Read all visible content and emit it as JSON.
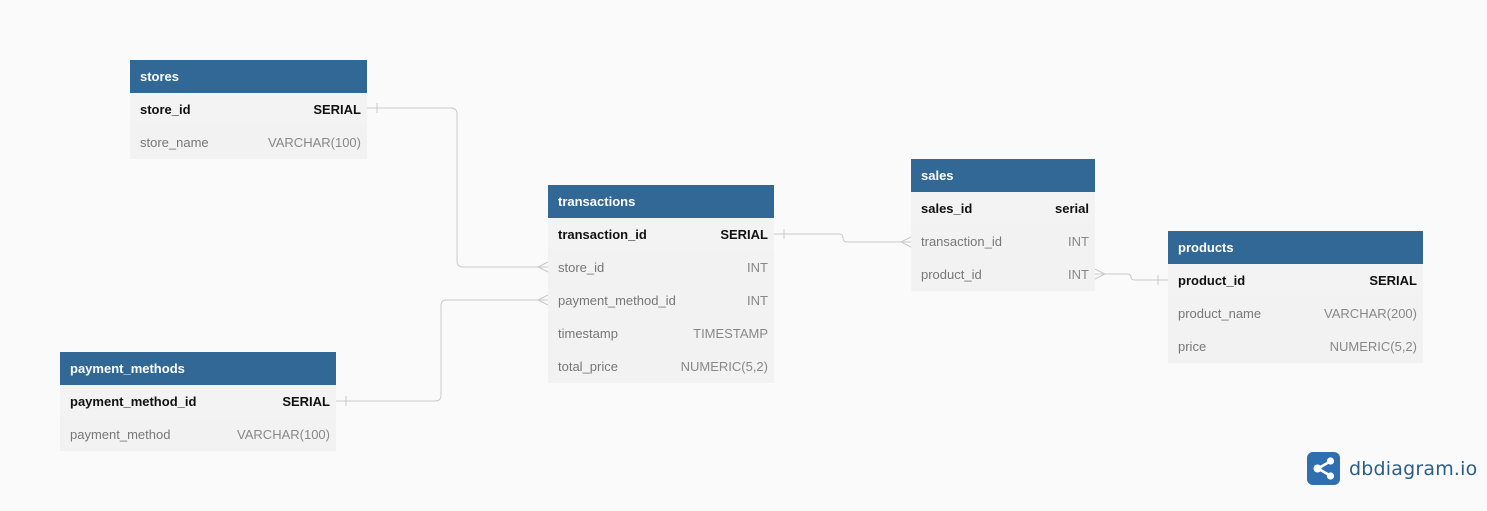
{
  "tables": {
    "stores": {
      "title": "stores",
      "fields": [
        {
          "name": "store_id",
          "type": "SERIAL",
          "pk": true
        },
        {
          "name": "store_name",
          "type": "VARCHAR(100)",
          "pk": false
        }
      ]
    },
    "transactions": {
      "title": "transactions",
      "fields": [
        {
          "name": "transaction_id",
          "type": "SERIAL",
          "pk": true
        },
        {
          "name": "store_id",
          "type": "INT",
          "pk": false
        },
        {
          "name": "payment_method_id",
          "type": "INT",
          "pk": false
        },
        {
          "name": "timestamp",
          "type": "TIMESTAMP",
          "pk": false
        },
        {
          "name": "total_price",
          "type": "NUMERIC(5,2)",
          "pk": false
        }
      ]
    },
    "payment_methods": {
      "title": "payment_methods",
      "fields": [
        {
          "name": "payment_method_id",
          "type": "SERIAL",
          "pk": true
        },
        {
          "name": "payment_method",
          "type": "VARCHAR(100)",
          "pk": false
        }
      ]
    },
    "sales": {
      "title": "sales",
      "fields": [
        {
          "name": "sales_id",
          "type": "serial",
          "pk": true
        },
        {
          "name": "transaction_id",
          "type": "INT",
          "pk": false
        },
        {
          "name": "product_id",
          "type": "INT",
          "pk": false
        }
      ]
    },
    "products": {
      "title": "products",
      "fields": [
        {
          "name": "product_id",
          "type": "SERIAL",
          "pk": true
        },
        {
          "name": "product_name",
          "type": "VARCHAR(200)",
          "pk": false
        },
        {
          "name": "price",
          "type": "NUMERIC(5,2)",
          "pk": false
        }
      ]
    }
  },
  "relationships": [
    {
      "from": "stores.store_id",
      "to": "transactions.store_id"
    },
    {
      "from": "payment_methods.payment_method_id",
      "to": "transactions.payment_method_id"
    },
    {
      "from": "transactions.transaction_id",
      "to": "sales.transaction_id"
    },
    {
      "from": "products.product_id",
      "to": "sales.product_id"
    }
  ],
  "colors": {
    "header": "#316896",
    "header_text": "#ffffff",
    "body": "#f2f2f2",
    "link": "#c9c9c9",
    "logo": "#2f6fb0"
  },
  "logo": {
    "text": "dbdiagram.io",
    "icon": "share-nodes-icon"
  }
}
